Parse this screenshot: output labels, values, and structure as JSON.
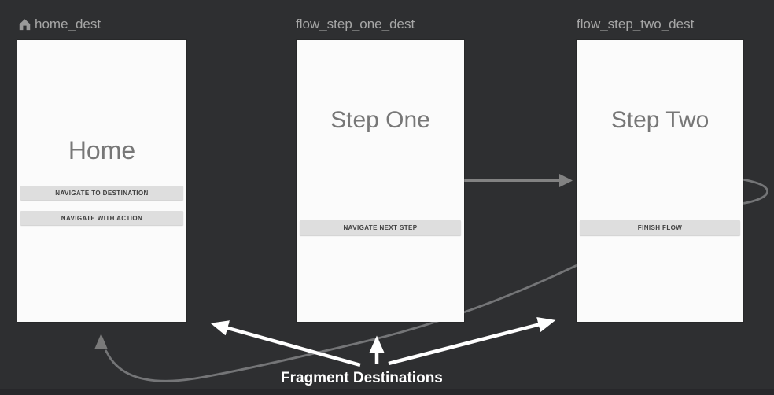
{
  "colors": {
    "background": "#2e2f31",
    "card": "#fbfbfb",
    "card_title": "#777777",
    "destination_label": "#a6a6a6",
    "button_bg": "#dedede",
    "button_text": "#3f3f3f",
    "gray_action_arrow": "#828282",
    "gray_action_curve": "#747577",
    "annotation_white": "#ffffff"
  },
  "destinations": [
    {
      "label": "home_dest",
      "icon": "home-icon",
      "title": "Home",
      "buttons": [
        {
          "label": "NAVIGATE TO DESTINATION"
        },
        {
          "label": "NAVIGATE WITH ACTION"
        }
      ]
    },
    {
      "label": "flow_step_one_dest",
      "title": "Step One",
      "buttons": [
        {
          "label": "NAVIGATE NEXT STEP"
        }
      ]
    },
    {
      "label": "flow_step_two_dest",
      "title": "Step Two",
      "buttons": [
        {
          "label": "FINISH FLOW"
        }
      ]
    }
  ],
  "actions": [
    {
      "name": "step_one_to_step_two",
      "type": "straight-arrow"
    },
    {
      "name": "step_two_to_home_pop",
      "type": "curved-arrow"
    }
  ],
  "annotation": {
    "label": "Fragment Destinations",
    "arrow_count": 3
  }
}
